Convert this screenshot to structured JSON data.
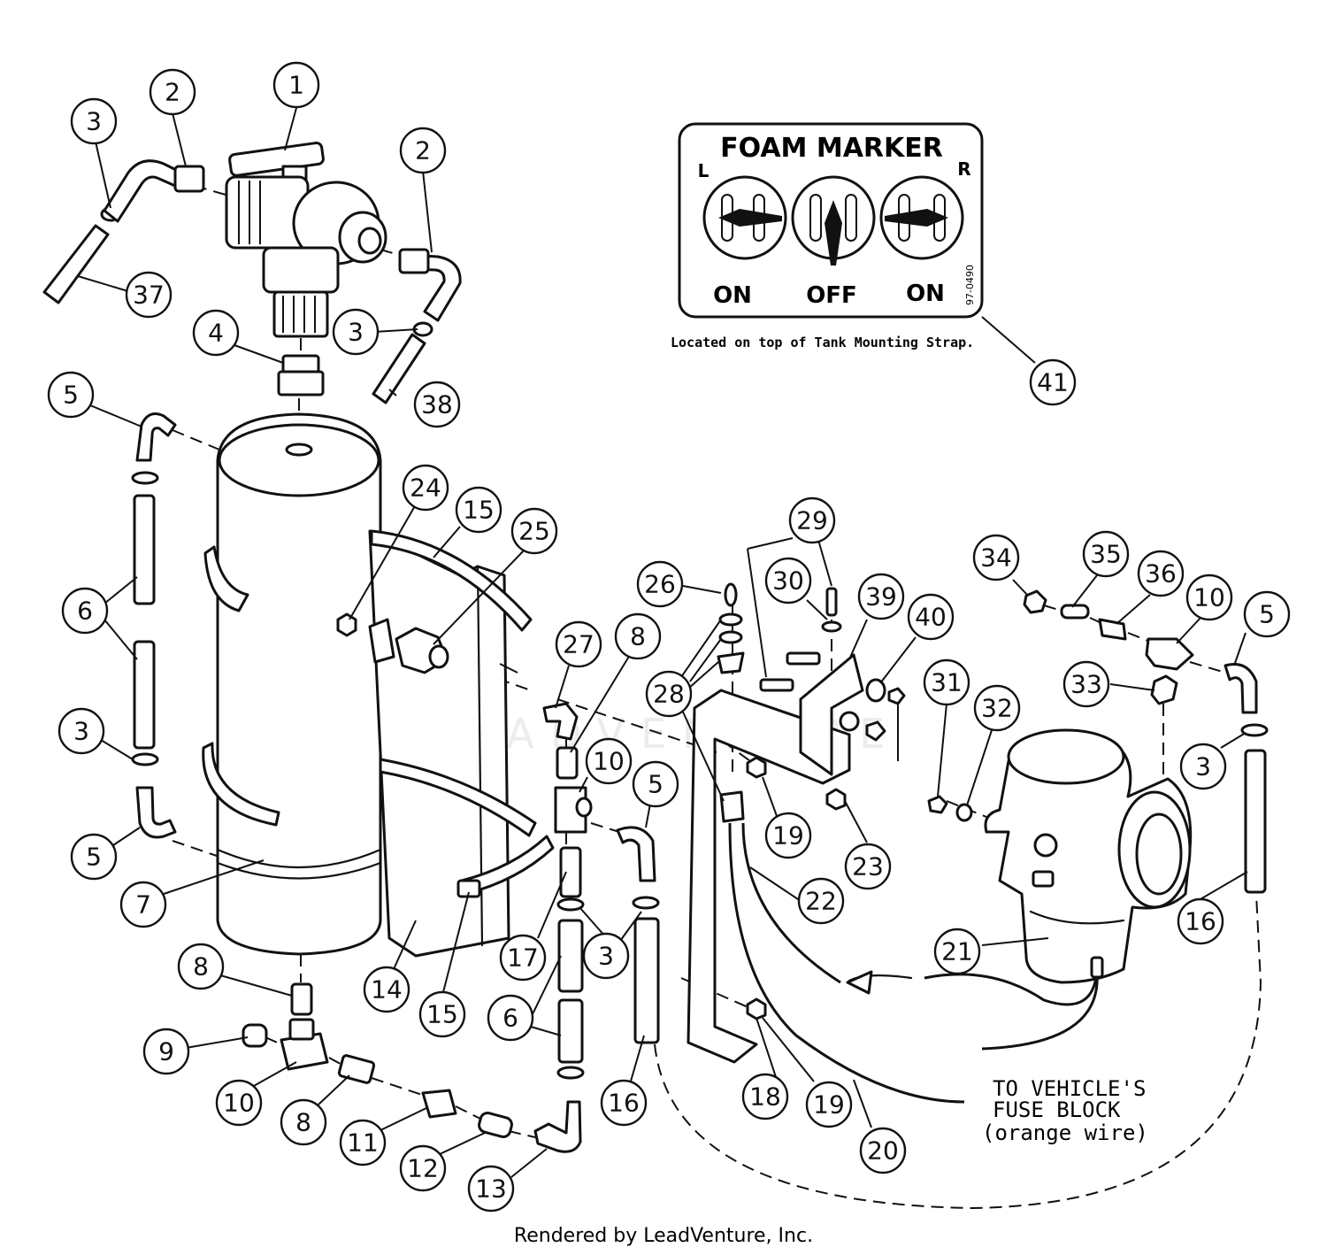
{
  "callouts": [
    {
      "label": "1"
    },
    {
      "label": "2"
    },
    {
      "label": "3"
    },
    {
      "label": "2"
    },
    {
      "label": "3"
    },
    {
      "label": "37"
    },
    {
      "label": "4"
    },
    {
      "label": "3"
    },
    {
      "label": "38"
    },
    {
      "label": "5"
    },
    {
      "label": "6"
    },
    {
      "label": "3"
    },
    {
      "label": "5"
    },
    {
      "label": "7"
    },
    {
      "label": "8"
    },
    {
      "label": "9"
    },
    {
      "label": "10"
    },
    {
      "label": "8"
    },
    {
      "label": "11"
    },
    {
      "label": "12"
    },
    {
      "label": "13"
    },
    {
      "label": "24"
    },
    {
      "label": "15"
    },
    {
      "label": "25"
    },
    {
      "label": "14"
    },
    {
      "label": "15"
    },
    {
      "label": "27"
    },
    {
      "label": "8"
    },
    {
      "label": "10"
    },
    {
      "label": "5"
    },
    {
      "label": "17"
    },
    {
      "label": "3"
    },
    {
      "label": "6"
    },
    {
      "label": "16"
    },
    {
      "label": "26"
    },
    {
      "label": "28"
    },
    {
      "label": "29"
    },
    {
      "label": "30"
    },
    {
      "label": "39"
    },
    {
      "label": "40"
    },
    {
      "label": "19"
    },
    {
      "label": "23"
    },
    {
      "label": "22"
    },
    {
      "label": "18"
    },
    {
      "label": "19"
    },
    {
      "label": "20"
    },
    {
      "label": "31"
    },
    {
      "label": "32"
    },
    {
      "label": "21"
    },
    {
      "label": "34"
    },
    {
      "label": "35"
    },
    {
      "label": "36"
    },
    {
      "label": "10"
    },
    {
      "label": "5"
    },
    {
      "label": "33"
    },
    {
      "label": "3"
    },
    {
      "label": "16"
    },
    {
      "label": "41"
    }
  ],
  "decal": {
    "title": "FOAM MARKER",
    "left_letter": "L",
    "right_letter": "R",
    "switch_labels": [
      "ON",
      "OFF",
      "ON"
    ],
    "code": "97-0490",
    "location_note": "Located on top of Tank Mounting Strap."
  },
  "fuse_note": {
    "line1": "TO VEHICLE'S",
    "line2": "FUSE BLOCK",
    "line3": "(orange wire)"
  },
  "footer": "Rendered by LeadVenture, Inc.",
  "watermark": "LEADVENTURE"
}
